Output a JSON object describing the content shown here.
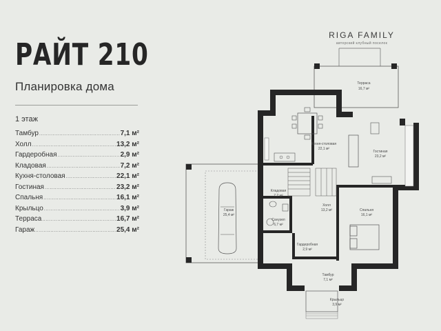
{
  "project": {
    "title": "РАЙТ 210",
    "subtitle": "Планировка дома",
    "floor": "1 этаж"
  },
  "brand": {
    "name": "RIGA FAMILY",
    "tagline": "авторский клубный поселок"
  },
  "rooms": [
    {
      "name": "Тамбур",
      "area": "7,1 м²"
    },
    {
      "name": "Холл",
      "area": "13,2 м²"
    },
    {
      "name": "Гардеробная",
      "area": "2,9 м²"
    },
    {
      "name": "Кладовая",
      "area": "7,2 м²"
    },
    {
      "name": "Кухня-столовая",
      "area": "22,1 м²"
    },
    {
      "name": "Гостиная",
      "area": "23,2 м²"
    },
    {
      "name": "Спальня",
      "area": "16,1 м²"
    },
    {
      "name": "Крыльцо",
      "area": "3,9 м²"
    },
    {
      "name": "Терраса",
      "area": "16,7 м²"
    },
    {
      "name": "Гараж",
      "area": "25,4 м²"
    }
  ],
  "plan_labels": {
    "terrace_name": "Терраса",
    "terrace_area": "16,7 м²",
    "kitchen_name": "Кухня-столовая",
    "kitchen_area": "22,1 м²",
    "living_name": "Гостиная",
    "living_area": "23,2 м²",
    "storage_name": "Кладовая",
    "storage_area": "7,2 м²",
    "garage_name": "Гараж",
    "garage_area": "25,4 м²",
    "hall_name": "Холл",
    "hall_area": "13,2 м²",
    "bath_name": "Санузел",
    "bath_area": "6,7 м²",
    "bedroom_name": "Спальня",
    "bedroom_area": "16,1 м²",
    "wardrobe_name": "Гардеробная",
    "wardrobe_area": "2,9 м²",
    "vestibule_name": "Тамбур",
    "vestibule_area": "7,1 м²",
    "porch_name": "Крыльцо",
    "porch_area": "3,9 м²"
  }
}
